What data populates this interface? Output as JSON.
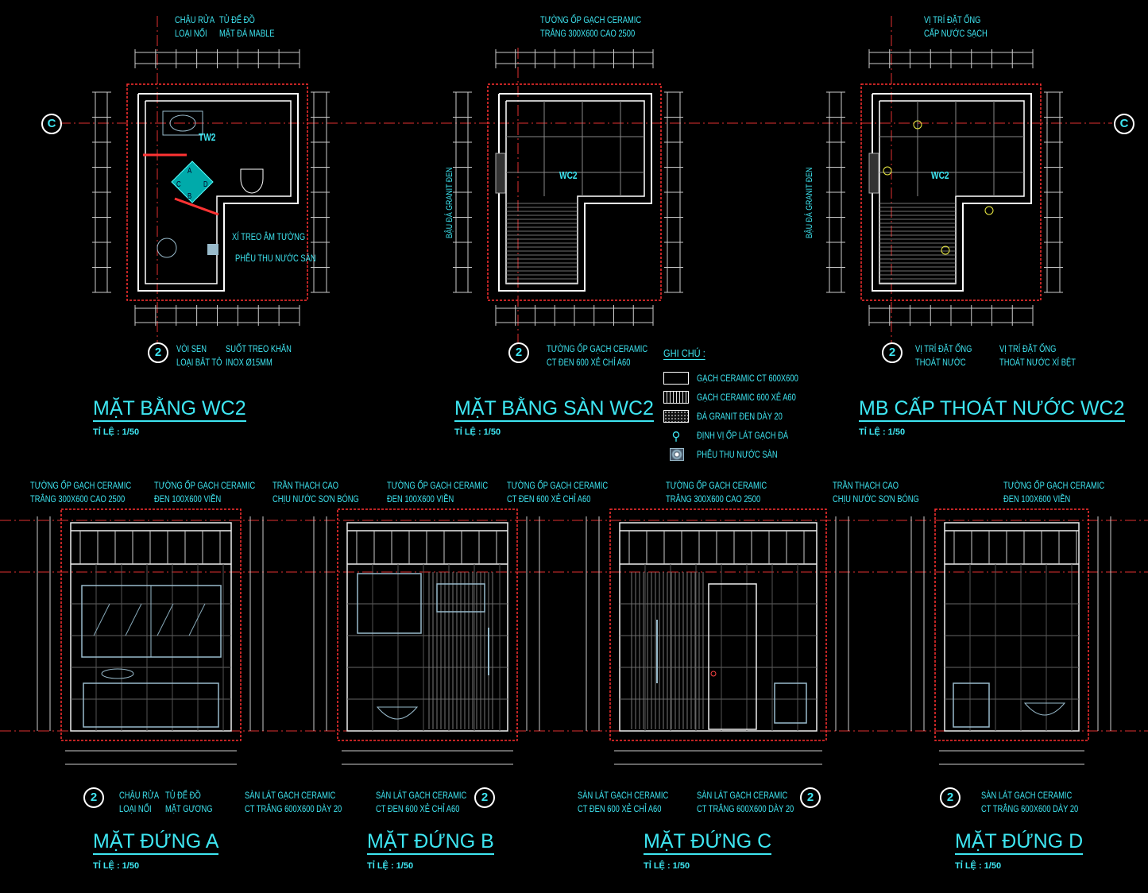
{
  "plans": [
    {
      "title": "MẶT BẰNG WC2",
      "scale": "TỈ LỆ : 1/50",
      "axis_c": "C",
      "axis_2": "2",
      "room_tag": "TW2",
      "notes": {
        "sink": [
          "CHẬU RỬA",
          "LOẠI NỔI"
        ],
        "cabinet": [
          "TỦ ĐỂ ĐỒ",
          "MẶT ĐÁ MABLE"
        ],
        "toilet": [
          "XÍ TREO ÂM TƯỜNG"
        ],
        "drain": [
          "PHỄU THU NƯỚC SÀN"
        ],
        "shower": [
          "VÒI SEN",
          "LOẠI BẮT TỎ"
        ],
        "towel": [
          "SUỐT TREO KHĂN",
          "INOX Ø15MM"
        ]
      },
      "door_marks": [
        "A",
        "B",
        "C",
        "D"
      ]
    },
    {
      "title": "MẶT BẰNG SÀN WC2",
      "scale": "TỈ LỆ : 1/50",
      "axis_2": "2",
      "room_tag": "WC2",
      "notes": {
        "wall": [
          "TƯỜNG ỐP GẠCH CERAMIC",
          "TRẮNG 300X600 CAO 2500"
        ],
        "sill": "BẬU ĐÁ GRANIT ĐEN",
        "floor": [
          "TƯỜNG ỐP GẠCH CERAMIC",
          "CT ĐEN 600 XẺ CHỈ A60"
        ]
      }
    },
    {
      "title": "MB CẤP THOÁT NƯỚC WC2",
      "scale": "TỈ LỆ : 1/50",
      "axis_c": "C",
      "axis_2": "2",
      "room_tag": "WC2",
      "notes": {
        "supply": [
          "VỊ TRÍ ĐẶT ỐNG",
          "CẤP NƯỚC SẠCH"
        ],
        "sill": "BẬU ĐÁ GRANIT ĐEN",
        "drain": [
          "VỊ TRÍ ĐẶT ỐNG",
          "THOÁT NƯỚC"
        ],
        "toilet_drain": [
          "VỊ TRÍ ĐẶT ỐNG",
          "THOÁT NƯỚC XÍ BỆT"
        ]
      }
    }
  ],
  "legend": {
    "title": "GHI CHÚ :",
    "items": [
      {
        "label": "GẠCH CERAMIC CT 600X600",
        "icon": "plain-tile-swatch"
      },
      {
        "label": "GẠCH CERAMIC 600 XẺ A60",
        "icon": "striped-tile-swatch"
      },
      {
        "label": "ĐÁ GRANIT ĐEN DÀY 20",
        "icon": "granite-swatch"
      },
      {
        "label": "ĐỊNH VỊ ỐP LÁT GẠCH ĐÁ",
        "icon": "tile-origin-icon"
      },
      {
        "label": "PHỄU THU NƯỚC SÀN",
        "icon": "floor-drain-icon"
      }
    ]
  },
  "elevations": [
    {
      "title": "MẶT ĐỨNG A",
      "scale": "TỈ LỆ : 1/50",
      "axis": "2",
      "top_notes": [
        [
          "TƯỜNG ỐP GẠCH CERAMIC",
          "TRẮNG 300X600 CAO 2500"
        ],
        [
          "TƯỜNG ỐP GẠCH CERAMIC",
          "ĐEN 100X600 VIỀN"
        ]
      ],
      "bottom_notes": [
        [
          "CHẬU RỬA",
          "LOẠI NỔI"
        ],
        [
          "TỦ ĐỂ ĐỒ",
          "MẶT GƯƠNG"
        ],
        [
          "SÀN LÁT GẠCH CERAMIC",
          "CT TRẮNG 600X600 DÀY 20"
        ]
      ]
    },
    {
      "title": "MẶT ĐỨNG B",
      "scale": "TỈ LỆ : 1/50",
      "axis": "2",
      "top_notes": [
        [
          "TRẦN THẠCH CAO",
          "CHỊU NƯỚC SƠN BÓNG"
        ],
        [
          "TƯỜNG ỐP GẠCH CERAMIC",
          "ĐEN 100X600 VIỀN"
        ],
        [
          "TƯỜNG ỐP GẠCH CERAMIC",
          "CT ĐEN 600 XẺ CHỈ A60"
        ]
      ],
      "bottom_notes": [
        [
          "SÀN LÁT GẠCH CERAMIC",
          "CT ĐEN 600 XẺ CHỈ A60"
        ]
      ]
    },
    {
      "title": "MẶT ĐỨNG C",
      "scale": "TỈ LỆ : 1/50",
      "axis": "2",
      "top_notes": [
        [
          "TƯỜNG ỐP GẠCH CERAMIC",
          "TRẮNG 300X600 CAO 2500"
        ],
        [
          "TRẦN THẠCH CAO",
          "CHỊU NƯỚC SƠN BÓNG"
        ]
      ],
      "bottom_notes": [
        [
          "SÀN LÁT GẠCH CERAMIC",
          "CT ĐEN 600 XẺ CHỈ A60"
        ],
        [
          "SÀN LÁT GẠCH CERAMIC",
          "CT TRẮNG 600X600 DÀY 20"
        ]
      ]
    },
    {
      "title": "MẶT ĐỨNG D",
      "scale": "TỈ LỆ : 1/50",
      "axis": "2",
      "top_notes": [
        [
          "TƯỜNG ỐP GẠCH CERAMIC",
          "ĐEN 100X600 VIỀN"
        ]
      ],
      "bottom_notes": [
        [
          "SÀN LÁT GẠCH CERAMIC",
          "CT TRẮNG 600X600 DÀY 20"
        ]
      ]
    }
  ],
  "colors": {
    "text": "#3ee6f2",
    "wall": "#ffffff",
    "axis": "#ff2a2a",
    "background": "#000000"
  }
}
